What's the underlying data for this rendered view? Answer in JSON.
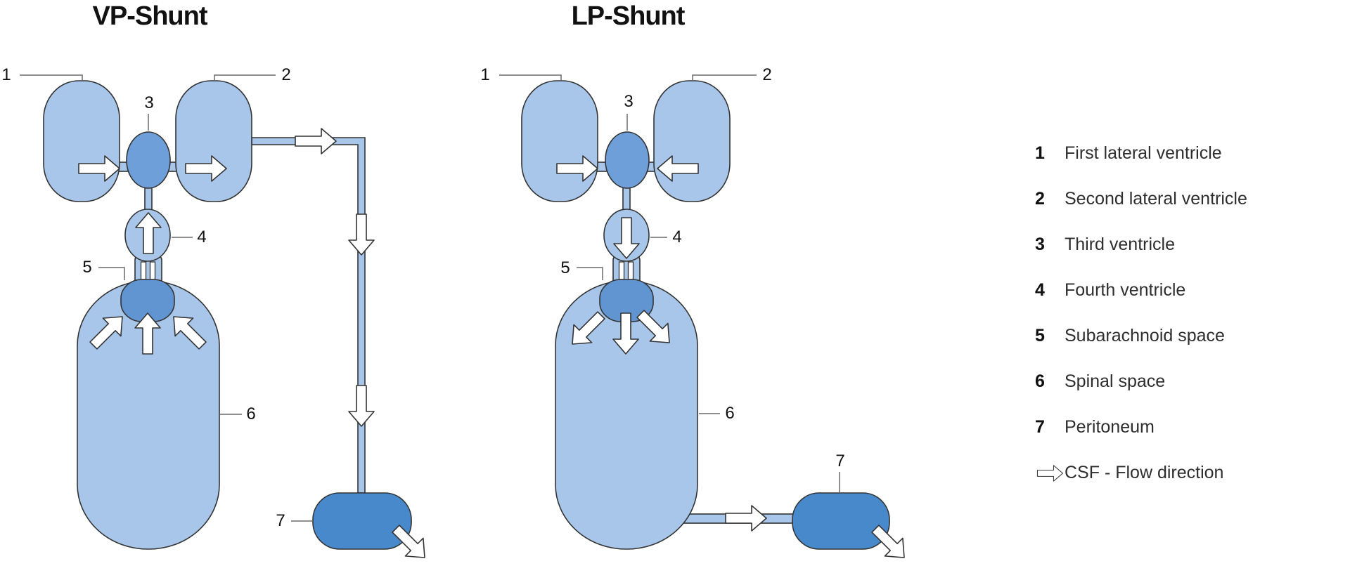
{
  "vp": {
    "title": "VP-Shunt"
  },
  "lp": {
    "title": "LP-Shunt"
  },
  "markers": [
    "1",
    "2",
    "3",
    "4",
    "5",
    "6",
    "7"
  ],
  "legend": {
    "items": [
      {
        "num": "1",
        "label": "First lateral ventricle"
      },
      {
        "num": "2",
        "label": "Second lateral ventricle"
      },
      {
        "num": "3",
        "label": "Third ventricle"
      },
      {
        "num": "4",
        "label": "Fourth ventricle"
      },
      {
        "num": "5",
        "label": "Subarachnoid space"
      },
      {
        "num": "6",
        "label": "Spinal space"
      },
      {
        "num": "7",
        "label": "Peritoneum"
      },
      {
        "num": "",
        "label": "CSF - Flow direction"
      }
    ]
  },
  "colors": {
    "c_light": "#a8c6ea",
    "c_mid": "#6f9fd8",
    "c_subarach": "#6095d2",
    "c_peritoneum": "#4889cb",
    "c_outline": "#333333",
    "c_leader": "#6a6a6a",
    "c_arrow": "#ffffff"
  }
}
